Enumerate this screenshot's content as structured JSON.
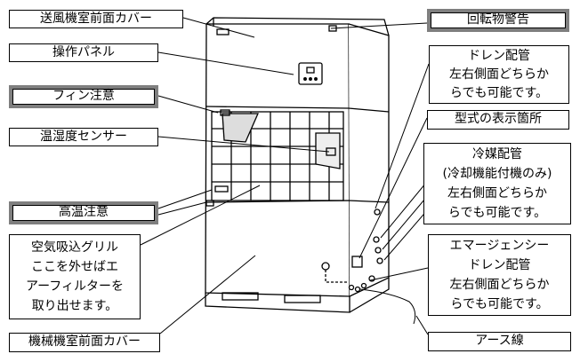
{
  "labels": {
    "front_cover_blower": "送風機室前面カバー",
    "control_panel": "操作パネル",
    "fin_caution": "フィン注意",
    "temp_humidity_sensor": "温湿度センサー",
    "high_temp_caution": "高温注意",
    "air_intake_grill": [
      "空気吸込グリル",
      "ここを外せばエ",
      "アーフィルターを",
      "取り出せます。"
    ],
    "front_cover_machine": "機械機室前面カバー",
    "rotating_warning": "回転物警告",
    "drain_pipe": [
      "ドレン配管",
      "左右側面どちらか",
      "らでも可能です。"
    ],
    "model_display": "型式の表示箇所",
    "refrigerant_pipe": [
      "冷媒配管",
      "(冷却機能付機のみ)",
      "左右側面どちらか",
      "らでも可能です。"
    ],
    "emergency_drain": [
      "エマージェンシー",
      "ドレン配管",
      "左右側面どちらか",
      "らでも可能です。"
    ],
    "earth_wire": "アース線"
  },
  "colors": {
    "line": "#000000",
    "warning_border": "#7f7f7f",
    "background": "#ffffff"
  }
}
